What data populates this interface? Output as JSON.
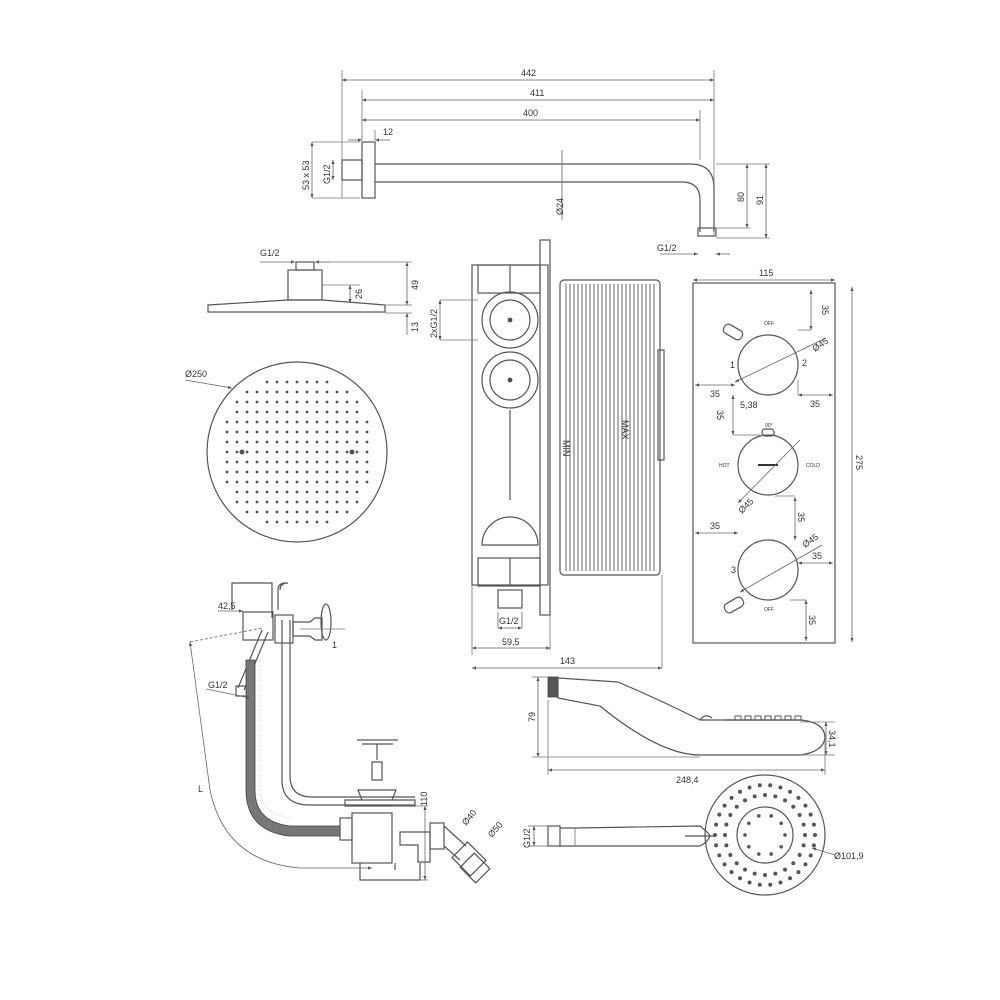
{
  "shower_arm": {
    "dim_total": "442",
    "dim_arm": "411",
    "dim_tube": "400",
    "dim_plate": "12",
    "plate_size": "53 x 53",
    "thread": "G1/2",
    "tube_diameter": "Ø24",
    "drop_80": "80",
    "drop_91": "91",
    "outlet_thread": "G1/2"
  },
  "head_side": {
    "thread": "G1/2",
    "height_49": "49",
    "height_26": "26",
    "height_13": "13"
  },
  "head_top": {
    "diameter": "Ø250"
  },
  "valve_box": {
    "inlets": "2xG1/2",
    "outlet": "G1/2",
    "depth": "59,5",
    "width": "143",
    "min_label": "MIN",
    "max_label": "MAX"
  },
  "panel": {
    "width": "115",
    "height": "275",
    "margin": "35",
    "knob_diameter": "Ø45",
    "offset": "5,38",
    "off_label": "OFF",
    "hot_label": "HOT",
    "cold_label": "COLD",
    "angle_label": "90°",
    "outlet_1": "1",
    "outlet_2": "2",
    "outlet_3": "3"
  },
  "handshower_side": {
    "height": "79",
    "head_thickness": "34,1",
    "length": "248,4"
  },
  "handshower_front": {
    "thread": "G1/2",
    "diameter": "Ø101,9"
  },
  "bath_filler": {
    "length": "L",
    "offset": "42,5",
    "thread": "G1/2",
    "height": "110",
    "pipe_40": "Ø40",
    "pipe_50": "Ø50",
    "item": "1"
  }
}
